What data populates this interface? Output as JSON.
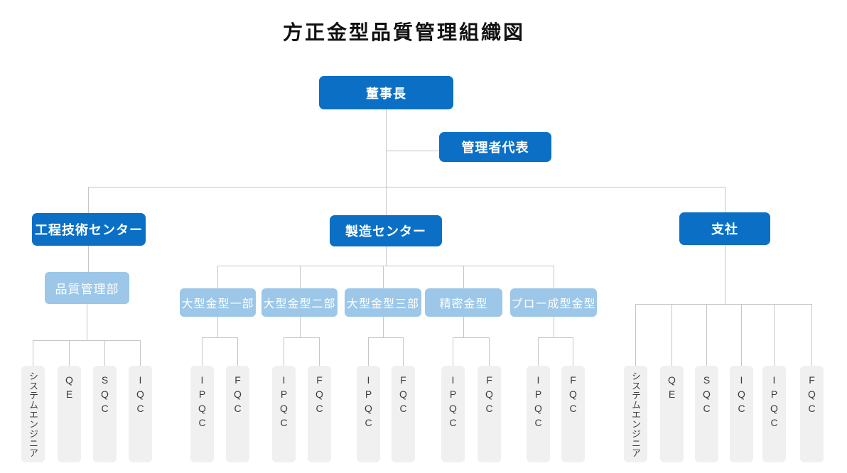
{
  "title": "方正金型品質管理組織図",
  "nodes": {
    "chairman": "董事長",
    "management_representative": "管理者代表",
    "engineering_center": "工程技術センター",
    "manufacturing_center": "製造センター",
    "branch_office": "支社",
    "quality_management_dept": "品質管理部",
    "large_mold_dept_1": "大型金型一部",
    "large_mold_dept_2": "大型金型二部",
    "large_mold_dept_3": "大型金型三部",
    "precision_mold_dept": "精密金型",
    "blow_mold_dept": "プロー成型金型",
    "system_engineer": "システムエンジニア",
    "qe": "QE",
    "sqc": "SQC",
    "iqc": "IQC",
    "ipqc": "IPQC",
    "fqc": "FQC"
  },
  "colors": {
    "primary_blue": "#0b70c5",
    "light_blue": "#9cc7e8",
    "leaf_gray": "#f0f0f0",
    "connector": "#c6c6c6",
    "title_text": "#111111",
    "leaf_text": "#3d3d3d"
  }
}
